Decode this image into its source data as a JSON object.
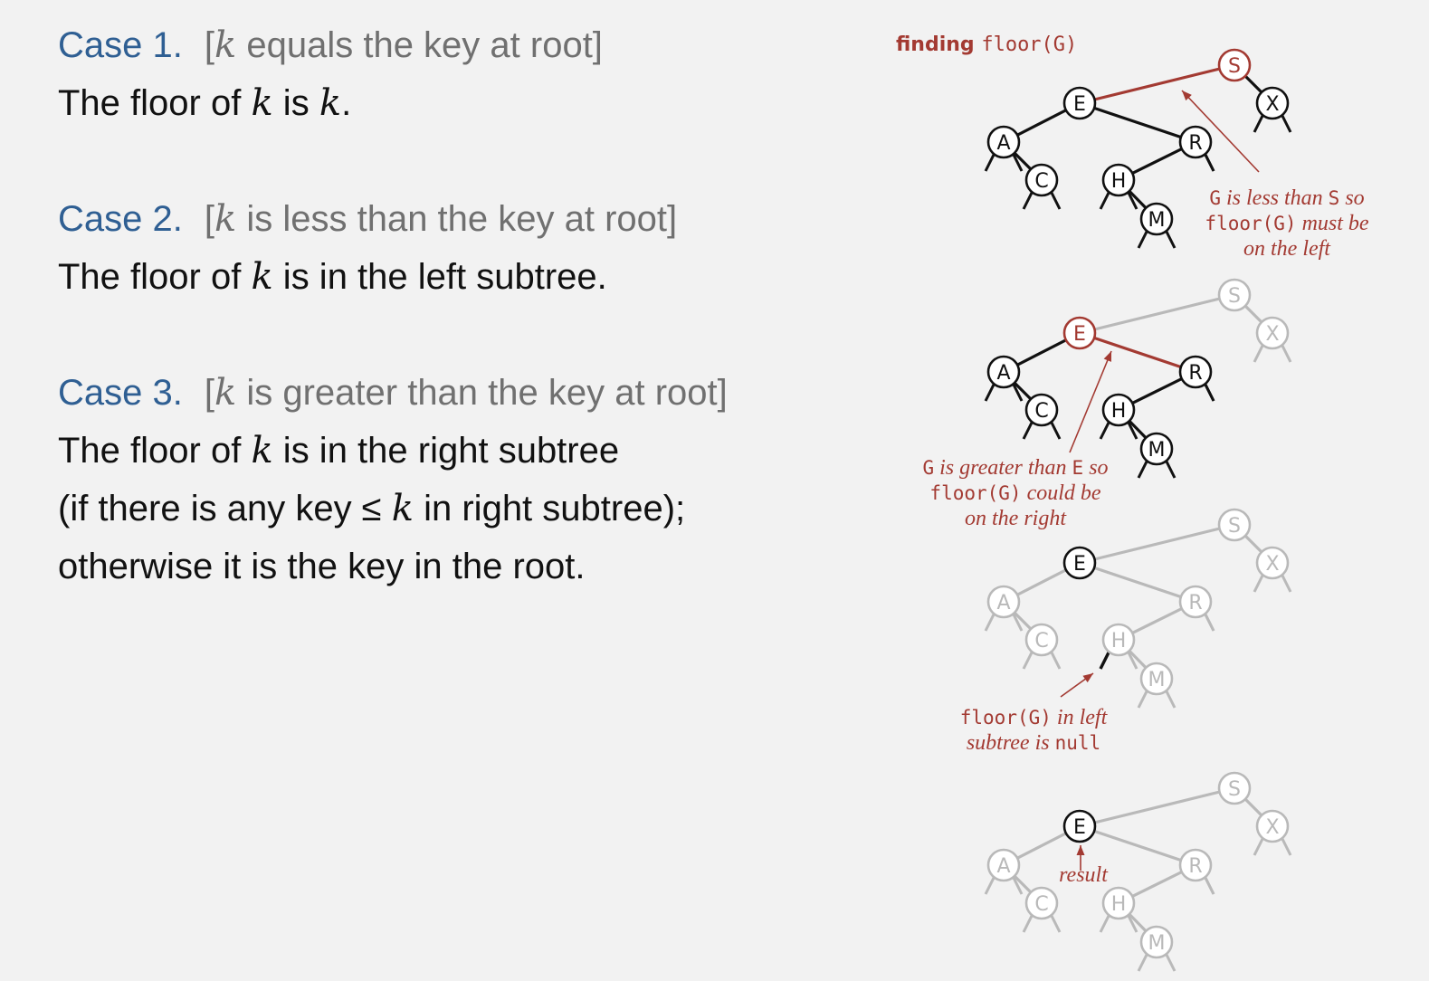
{
  "cases": [
    {
      "title": "Case 1.",
      "condition": {
        "open": "[",
        "k": "k",
        "rest": " equals the key at root]"
      },
      "lines": [
        [
          {
            "t": "The floor of "
          },
          {
            "t": "k",
            "k": true
          },
          {
            "t": " is "
          },
          {
            "t": "k",
            "k": true
          },
          {
            "t": "."
          }
        ]
      ]
    },
    {
      "title": "Case 2.",
      "condition": {
        "open": "[",
        "k": "k",
        "rest": " is less than the key at root]"
      },
      "lines": [
        [
          {
            "t": "The floor of "
          },
          {
            "t": "k",
            "k": true
          },
          {
            "t": " is in the left subtree."
          }
        ]
      ]
    },
    {
      "title": "Case 3.",
      "condition": {
        "open": "[",
        "k": "k",
        "rest": " is greater than the key at root]"
      },
      "lines": [
        [
          {
            "t": "The floor of "
          },
          {
            "t": "k",
            "k": true
          },
          {
            "t": " is in the right subtree"
          }
        ],
        [
          {
            "t": "(if there is any key ≤ "
          },
          {
            "t": "k",
            "k": true
          },
          {
            "t": " in right subtree);"
          }
        ],
        [
          {
            "t": "otherwise it is the key in the root."
          }
        ]
      ]
    }
  ],
  "diagram": {
    "title": {
      "bold": "finding ",
      "code": "floor(G)"
    },
    "colors": {
      "red": "#a33a32",
      "black": "#111111",
      "gray": "#b9b9b9",
      "node_fill": "#ffffff"
    },
    "tree": {
      "nodes": [
        "S",
        "E",
        "X",
        "A",
        "R",
        "C",
        "H",
        "M"
      ],
      "edges": [
        [
          "S",
          "E"
        ],
        [
          "S",
          "X"
        ],
        [
          "E",
          "A"
        ],
        [
          "E",
          "R"
        ],
        [
          "A",
          "C"
        ],
        [
          "R",
          "H"
        ],
        [
          "H",
          "M"
        ]
      ]
    },
    "steps": [
      {
        "active_nodes": [
          "S",
          "E",
          "X",
          "A",
          "R",
          "C",
          "H",
          "M"
        ],
        "red_nodes": [
          "S"
        ],
        "red_edges": [
          [
            "S",
            "E"
          ]
        ],
        "annotation": [
          [
            {
              "t": "G",
              "code": true
            },
            {
              "t": " is less than "
            },
            {
              "t": "S",
              "code": true
            },
            {
              "t": " so"
            }
          ],
          [
            {
              "t": "floor(G)",
              "code": true
            },
            {
              "t": " must be"
            }
          ],
          [
            {
              "t": "on the left"
            }
          ]
        ]
      },
      {
        "active_nodes": [
          "E",
          "A",
          "R",
          "C",
          "H",
          "M"
        ],
        "red_nodes": [
          "E"
        ],
        "red_edges": [
          [
            "E",
            "R"
          ]
        ],
        "annotation": [
          [
            {
              "t": "G",
              "code": true
            },
            {
              "t": " is greater than "
            },
            {
              "t": "E",
              "code": true
            },
            {
              "t": " so"
            }
          ],
          [
            {
              "t": "floor(G)",
              "code": true
            },
            {
              "t": " could be"
            }
          ],
          [
            {
              "t": "on the right"
            }
          ]
        ]
      },
      {
        "active_nodes": [
          "E"
        ],
        "red_nodes": [],
        "red_edges": [],
        "annotation": [
          [
            {
              "t": "floor(G)",
              "code": true
            },
            {
              "t": " in left"
            }
          ],
          [
            {
              "t": "subtree is "
            },
            {
              "t": "null",
              "code": true
            }
          ]
        ]
      },
      {
        "active_nodes": [
          "E"
        ],
        "red_nodes": [],
        "red_edges": [],
        "annotation": [
          [
            {
              "t": "result"
            }
          ]
        ]
      }
    ]
  }
}
